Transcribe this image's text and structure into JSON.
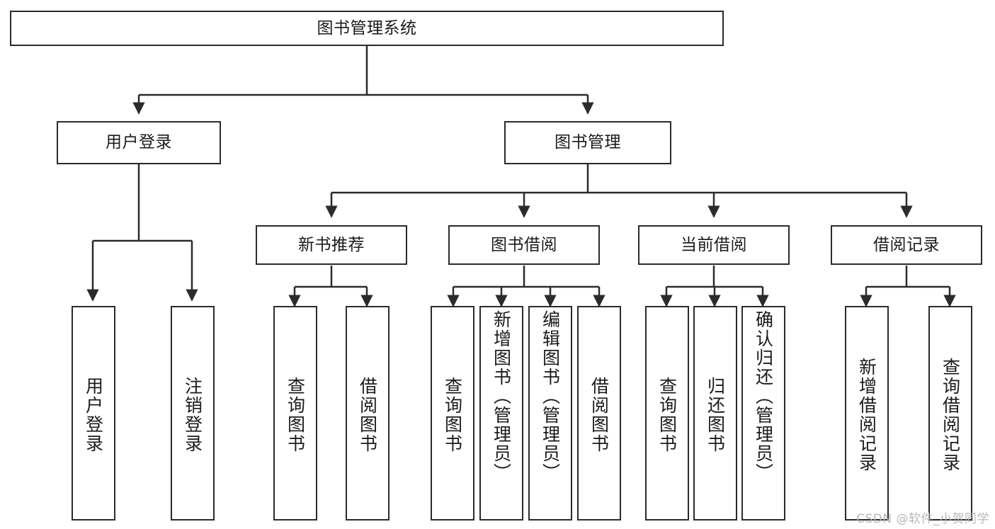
{
  "diagram": {
    "type": "tree",
    "root": {
      "label": "图书管理系统"
    },
    "level1": [
      {
        "label": "用户登录"
      },
      {
        "label": "图书管理"
      }
    ],
    "level2": [
      {
        "label": "新书推荐"
      },
      {
        "label": "图书借阅"
      },
      {
        "label": "当前借阅"
      },
      {
        "label": "借阅记录"
      }
    ],
    "leaves": {
      "user_login": [
        {
          "label": "用户登录"
        },
        {
          "label": "注销登录"
        }
      ],
      "new_book_recommend": [
        {
          "label": "查询图书"
        },
        {
          "label": "借阅图书"
        }
      ],
      "book_borrow": [
        {
          "label": "查询图书"
        },
        {
          "label": "新增图书（管理员）"
        },
        {
          "label": "编辑图书（管理员）"
        },
        {
          "label": "借阅图书"
        }
      ],
      "current_borrow": [
        {
          "label": "查询图书"
        },
        {
          "label": "归还图书"
        },
        {
          "label": "确认归还（管理员）"
        }
      ],
      "borrow_record": [
        {
          "label": "新增借阅记录"
        },
        {
          "label": "查询借阅记录"
        }
      ]
    }
  },
  "watermark": {
    "text": "CSDN @软件_小贺同学"
  },
  "colors": {
    "stroke": "#2b2b2b",
    "fill": "#ffffff",
    "text": "#1b1b1b",
    "watermark": "#b8b8b8"
  }
}
